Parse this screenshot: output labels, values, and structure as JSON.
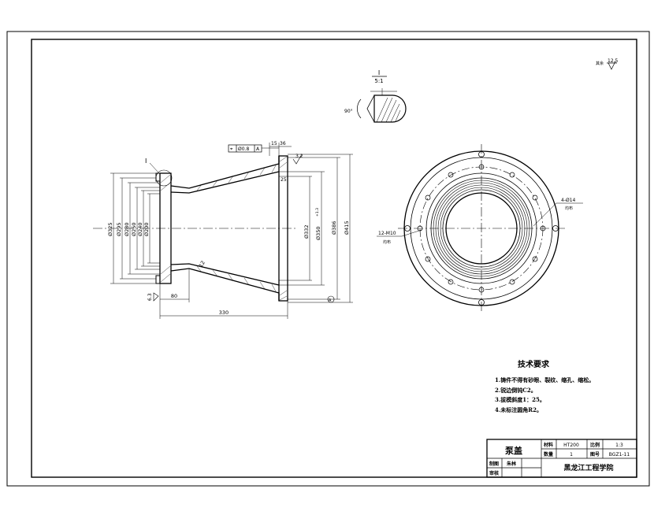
{
  "section_label": {
    "top": "I",
    "bottom": "5:1"
  },
  "detail_angle": "90°",
  "roughness_all": "12.5",
  "roughness_other_prefix": "其余",
  "callout_I": "I",
  "tolerance_frame": {
    "symbol": "⌖",
    "value": "Ø0.8",
    "datum": "A"
  },
  "top_dims": {
    "d1": "15",
    "d2": "36"
  },
  "roughness_marks": {
    "r1": "3.2",
    "r2": "25",
    "r3": "6.3"
  },
  "diameters_left": [
    "Ø325",
    "Ø295",
    "Ø280",
    "Ø250",
    "Ø240",
    "Ø200"
  ],
  "diameters_right": [
    "Ø332",
    "Ø350",
    "Ø386",
    "Ø415"
  ],
  "dia_suffix": "+1.3",
  "dims_bottom": {
    "len_80": "80",
    "len_330": "330"
  },
  "thickness": "12",
  "holes_right": {
    "label": "4-Ø14",
    "sub": "均布"
  },
  "holes_left": {
    "label": "12-M10",
    "sub": "均布"
  },
  "datum_A": "A",
  "tech": {
    "title": "技术要求",
    "lines": [
      "1.铸件不得有砂眼、裂纹、缩孔、缩松。",
      "2.锐边倒钝C2。",
      "3.拔模斜度1：25。",
      "4.未标注圆角R2。"
    ]
  },
  "title_block": {
    "name": "泵盖",
    "mat_label": "材料",
    "mat_value": "HT200",
    "scale_label": "比例",
    "scale_value": "1:3",
    "qty_label": "数量",
    "qty_value": "1",
    "drw_label": "图号",
    "drw_value": "BGZ1-11",
    "draw_label": "制图",
    "draw_person": "朱林",
    "check_label": "审核",
    "school": "黑龙江工程学院"
  }
}
